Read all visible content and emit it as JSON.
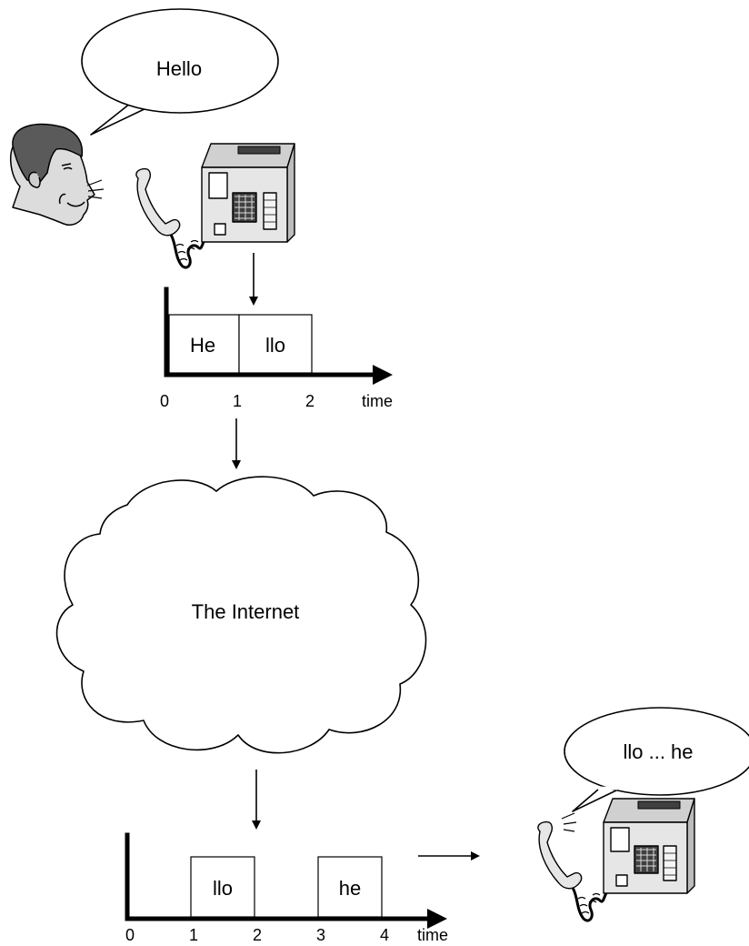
{
  "speaker": {
    "speech": "Hello",
    "packets": [
      "He",
      "llo"
    ],
    "ticks": [
      "0",
      "1",
      "2"
    ],
    "axis_label": "time"
  },
  "network": {
    "label": "The Internet"
  },
  "listener": {
    "speech": "llo ... he",
    "packets": [
      "llo",
      "he"
    ],
    "ticks": [
      "0",
      "1",
      "2",
      "3",
      "4"
    ],
    "axis_label": "time"
  },
  "colors": {
    "ink": "#000000",
    "skin": "#dcdcdc",
    "hair": "#5a5a5a",
    "phone_body": "#e6e6e6",
    "phone_dark": "#404040"
  },
  "icons": [
    "person-head-icon",
    "telephone-icon",
    "speech-bubble-icon",
    "cloud-icon",
    "arrow-icon"
  ]
}
